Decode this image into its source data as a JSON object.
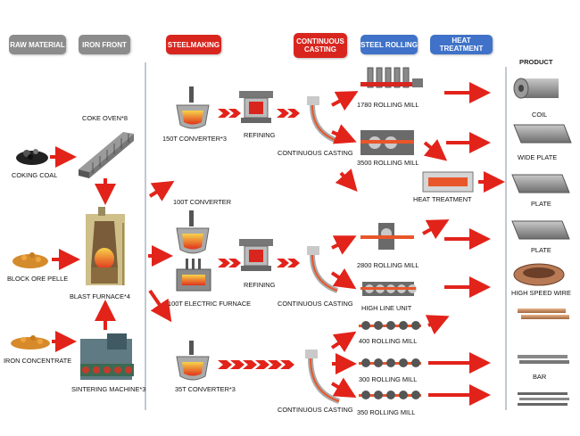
{
  "headers": {
    "raw_material": "RAW MATERIAL",
    "iron_front": "IRON FRONT",
    "steelmaking": "STEELMAKING",
    "continuous_casting": "CONTINUOUS CASTING",
    "steel_rolling": "STEEL ROLLING",
    "heat_treatment": "HEAT TREATMENT",
    "product": "PRODUCT"
  },
  "raw_materials": {
    "coking_coal": "COKING COAL",
    "block_ore": "BLOCK ORE PELLE",
    "iron_concentrate": "IRON CONCENTRATE"
  },
  "iron_front": {
    "coke_oven": "COKE OVEN*8",
    "blast_furnace": "BLAST FURNACE*4",
    "sintering": "SINTERING MACHINE*3"
  },
  "steelmaking": {
    "conv150": "150T CONVERTER*3",
    "refining1": "REFINING",
    "conv100": "100T CONVERTER",
    "elec100": "100T  ELECTRIC FURNACE",
    "refining2": "REFINING",
    "conv35": "35T CONVERTER*3"
  },
  "casting": {
    "cc1": "CONTINUOUS CASTING",
    "cc2": "CONTINUOUS CASTING",
    "cc3": "CONTINUOUS CASTING"
  },
  "rolling": {
    "r1780": "1780 ROLLING MILL",
    "r3500": "3500 ROLLING MILL",
    "heat": "HEAT TREATMENT",
    "r2800": "2800 ROLLING MILL",
    "highline": "HIGH LINE UNIT",
    "r400": "400 ROLLING MILL",
    "r300": "300 ROLLING MILL",
    "r350": "350 ROLLING MILL"
  },
  "products": {
    "coil": "COIL",
    "wide_plate": "WIDE PLATE",
    "plate1": "PLATE",
    "plate2": "PLATE",
    "wire": "HIGH SPEED WIRE",
    "bar": "BAR"
  },
  "colors": {
    "header_grey": "#8c8c8c",
    "header_red": "#d8261f",
    "header_blue": "#3f72c8",
    "arrow_red": "#e2231a",
    "divider": "#9aa4b8"
  }
}
